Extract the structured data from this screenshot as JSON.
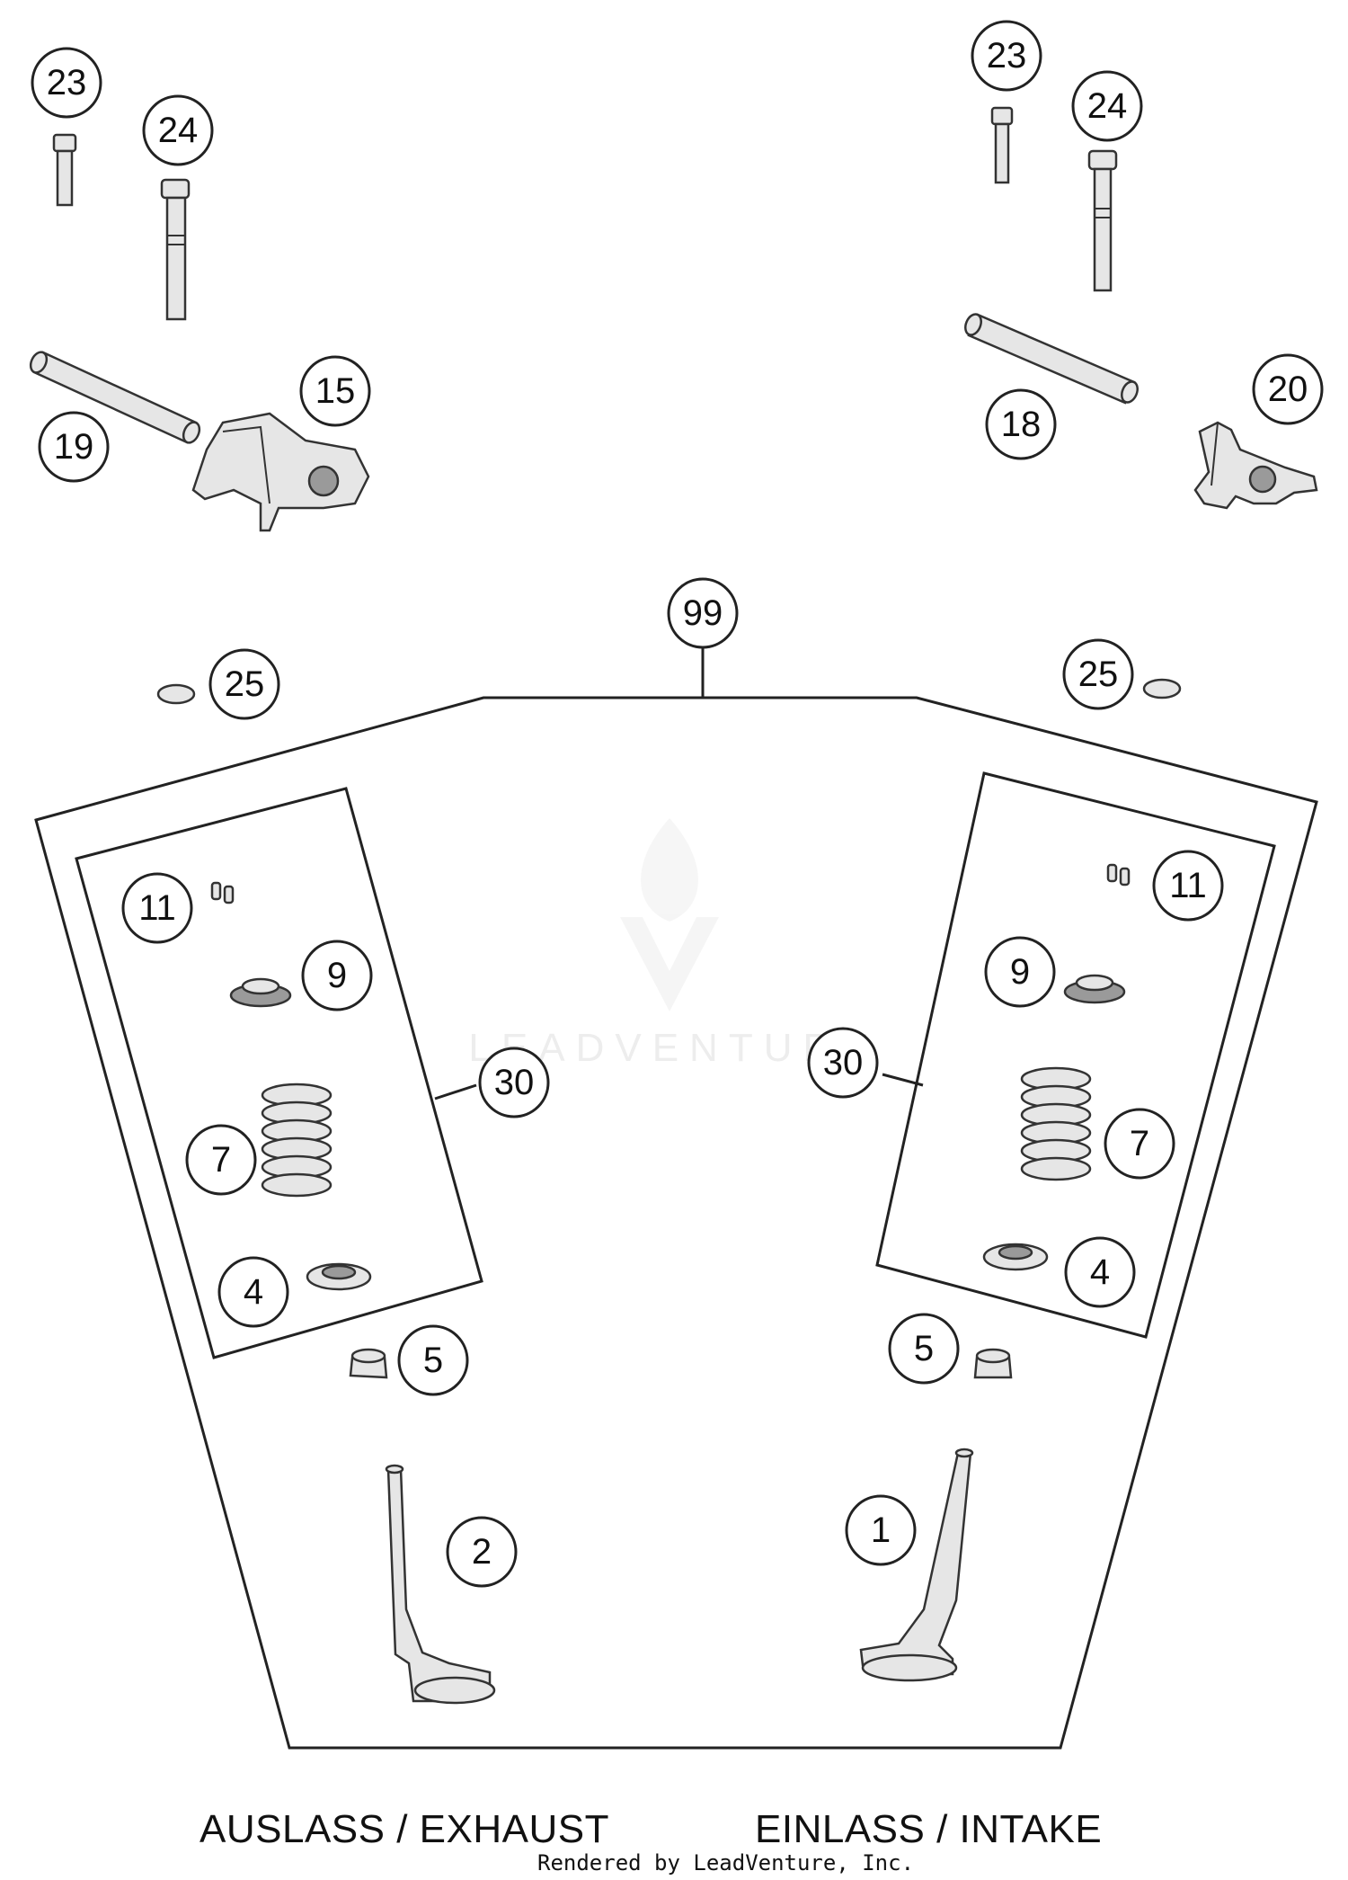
{
  "watermark": {
    "text": "LEADVENTURE"
  },
  "callouts": {
    "c23_left": "23",
    "c24_left": "24",
    "c19": "19",
    "c15": "15",
    "c23_right": "23",
    "c24_right": "24",
    "c18": "18",
    "c20": "20",
    "c99": "99",
    "c25_left": "25",
    "c25_right": "25",
    "c11_left": "11",
    "c9_left": "9",
    "c30_left": "30",
    "c7_left": "7",
    "c4_left": "4",
    "c5_left": "5",
    "c2": "2",
    "c11_right": "11",
    "c9_right": "9",
    "c30_right": "30",
    "c7_right": "7",
    "c4_right": "4",
    "c5_right": "5",
    "c1": "1"
  },
  "captions": {
    "exhaust": "AUSLASS / EXHAUST",
    "intake": "EINLASS / INTAKE"
  },
  "credit": "Rendered by LeadVenture, Inc."
}
